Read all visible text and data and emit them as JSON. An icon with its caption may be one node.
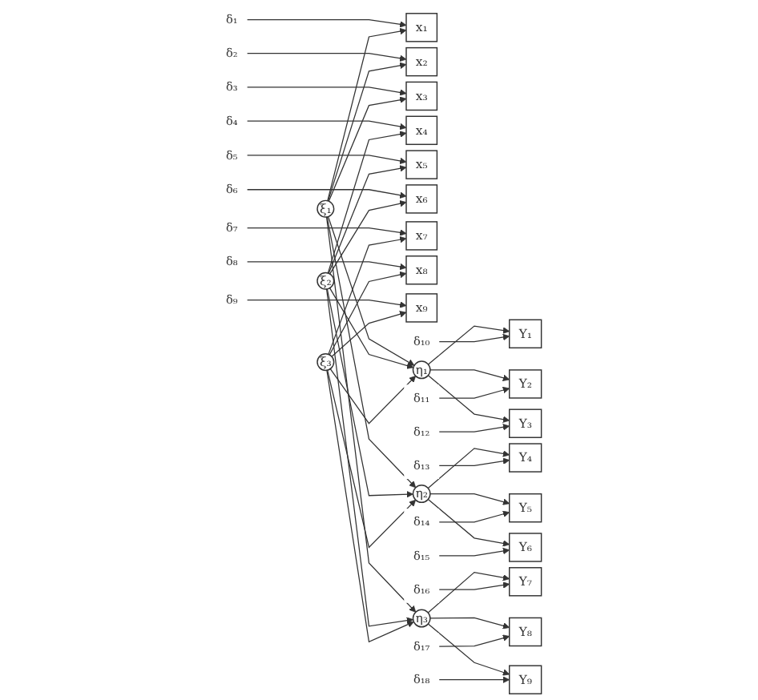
{
  "diagram": {
    "nodes": [
      {
        "text": [
          "δ₁"
        ]
      },
      {
        "text": [
          "δ₂"
        ]
      },
      {
        "text": [
          "δ₃"
        ]
      },
      {
        "text": [
          "δ₄"
        ]
      },
      {
        "text": [
          "δ₅"
        ]
      },
      {
        "text": [
          "δ₆"
        ]
      },
      {
        "text": [
          "δ₇"
        ]
      },
      {
        "text": [
          "δ₈"
        ]
      },
      {
        "text": [
          "δ₉"
        ]
      },
      {
        "text": [
          "x₁"
        ]
      },
      {
        "text": [
          "x₂"
        ]
      },
      {
        "text": [
          "x₃"
        ]
      },
      {
        "text": [
          "x₄"
        ]
      },
      {
        "text": [
          "x₅"
        ]
      },
      {
        "text": [
          "x₆"
        ]
      },
      {
        "text": [
          "x₇"
        ]
      },
      {
        "text": [
          "x₈"
        ]
      },
      {
        "text": [
          "x₉"
        ]
      },
      {
        "text": [
          "ξ₁"
        ]
      },
      {
        "text": [
          "ξ₂"
        ]
      },
      {
        "text": [
          "ξ₃"
        ]
      },
      {
        "text": [
          "η₁"
        ]
      },
      {
        "text": [
          "η₂"
        ]
      },
      {
        "text": [
          "η₃"
        ]
      },
      {
        "text": [
          "Y₁"
        ]
      },
      {
        "text": [
          "Y₂"
        ]
      },
      {
        "text": [
          "Y₃"
        ]
      },
      {
        "text": [
          "Y₄"
        ]
      },
      {
        "text": [
          "Y₅"
        ]
      },
      {
        "text": [
          "Y₆"
        ]
      },
      {
        "text": [
          "Y₇"
        ]
      },
      {
        "text": [
          "Y₈"
        ]
      },
      {
        "text": [
          "Y₉"
        ]
      },
      {
        "text": [
          "δ₁₀"
        ]
      },
      {
        "text": [
          "δ₁₁"
        ]
      },
      {
        "text": [
          "δ₁₂"
        ]
      },
      {
        "text": [
          "δ₁₃"
        ]
      },
      {
        "text": [
          "δ₁₄"
        ]
      },
      {
        "text": [
          "δ₁₅"
        ]
      },
      {
        "text": [
          "δ₁₆"
        ]
      },
      {
        "text": [
          "δ₁₇"
        ]
      },
      {
        "text": [
          "δ₁₈"
        ]
      }
    ],
    "edges": [
      {
        "from": 0,
        "to": 9,
        "arrow": "to"
      },
      {
        "from": 1,
        "to": 10,
        "arrow": "to"
      },
      {
        "from": 2,
        "to": 11,
        "arrow": "to"
      },
      {
        "from": 3,
        "to": 12,
        "arrow": "to"
      },
      {
        "from": 4,
        "to": 13,
        "arrow": "to"
      },
      {
        "from": 5,
        "to": 14,
        "arrow": "to"
      },
      {
        "from": 6,
        "to": 15,
        "arrow": "to"
      },
      {
        "from": 7,
        "to": 16,
        "arrow": "to"
      },
      {
        "from": 8,
        "to": 17,
        "arrow": "to"
      },
      {
        "from": 18,
        "to": 9,
        "arrow": "to"
      },
      {
        "from": 18,
        "to": 10,
        "arrow": "to"
      },
      {
        "from": 18,
        "to": 11,
        "arrow": "to"
      },
      {
        "from": 19,
        "to": 12,
        "arrow": "to"
      },
      {
        "from": 19,
        "to": 13,
        "arrow": "to"
      },
      {
        "from": 19,
        "to": 14,
        "arrow": "to"
      },
      {
        "from": 20,
        "to": 15,
        "arrow": "to"
      },
      {
        "from": 20,
        "to": 16,
        "arrow": "to"
      },
      {
        "from": 20,
        "to": 17,
        "arrow": "to"
      },
      {
        "from": 18,
        "to": 21,
        "arrow": "to"
      },
      {
        "from": 18,
        "to": 22,
        "arrow": "to"
      },
      {
        "from": 18,
        "to": 23,
        "arrow": "to"
      },
      {
        "from": 19,
        "to": 21,
        "arrow": "to"
      },
      {
        "from": 19,
        "to": 22,
        "arrow": "to"
      },
      {
        "from": 19,
        "to": 23,
        "arrow": "to"
      },
      {
        "from": 20,
        "to": 21,
        "arrow": "to"
      },
      {
        "from": 20,
        "to": 22,
        "arrow": "to"
      },
      {
        "from": 20,
        "to": 23,
        "arrow": "to"
      },
      {
        "from": 21,
        "to": 24,
        "arrow": "to"
      },
      {
        "from": 21,
        "to": 25,
        "arrow": "to"
      },
      {
        "from": 21,
        "to": 26,
        "arrow": "to"
      },
      {
        "from": 22,
        "to": 27,
        "arrow": "to"
      },
      {
        "from": 22,
        "to": 28,
        "arrow": "to"
      },
      {
        "from": 22,
        "to": 29,
        "arrow": "to"
      },
      {
        "from": 23,
        "to": 30,
        "arrow": "to"
      },
      {
        "from": 23,
        "to": 31,
        "arrow": "to"
      },
      {
        "from": 23,
        "to": 32,
        "arrow": "to"
      },
      {
        "from": 33,
        "to": 24,
        "arrow": "to"
      },
      {
        "from": 34,
        "to": 25,
        "arrow": "to"
      },
      {
        "from": 35,
        "to": 26,
        "arrow": "to"
      },
      {
        "from": 36,
        "to": 27,
        "arrow": "to"
      },
      {
        "from": 37,
        "to": 28,
        "arrow": "to"
      },
      {
        "from": 38,
        "to": 29,
        "arrow": "to"
      },
      {
        "from": 39,
        "to": 30,
        "arrow": "to"
      },
      {
        "from": 40,
        "to": 31,
        "arrow": "to"
      },
      {
        "from": 41,
        "to": 32,
        "arrow": "to"
      }
    ]
  }
}
